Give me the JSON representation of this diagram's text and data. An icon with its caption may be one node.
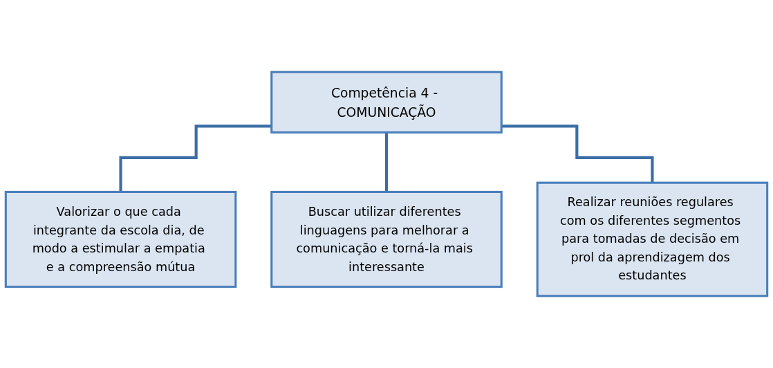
{
  "diagram": {
    "nodes": [
      {
        "text": [
          "Competência 4 - COMUNICAÇÃO"
        ]
      },
      {
        "text": [
          "Valorizar o que cada integrante da escola dia, de modo a estimular a empatia e a compreensão mútua"
        ]
      },
      {
        "text": [
          "Buscar utilizar diferentes linguagens para melhorar a comunicação e torná-la mais interessante"
        ]
      },
      {
        "text": [
          "Realizar reuniões regulares com os diferentes segmentos para tomadas de decisão em prol da aprendizagem dos estudantes"
        ]
      }
    ],
    "edges": [
      {
        "from": 0,
        "to": 1,
        "arrow": "none"
      },
      {
        "from": 0,
        "to": 2,
        "arrow": "none"
      },
      {
        "from": 0,
        "to": 3,
        "arrow": "none"
      }
    ]
  }
}
